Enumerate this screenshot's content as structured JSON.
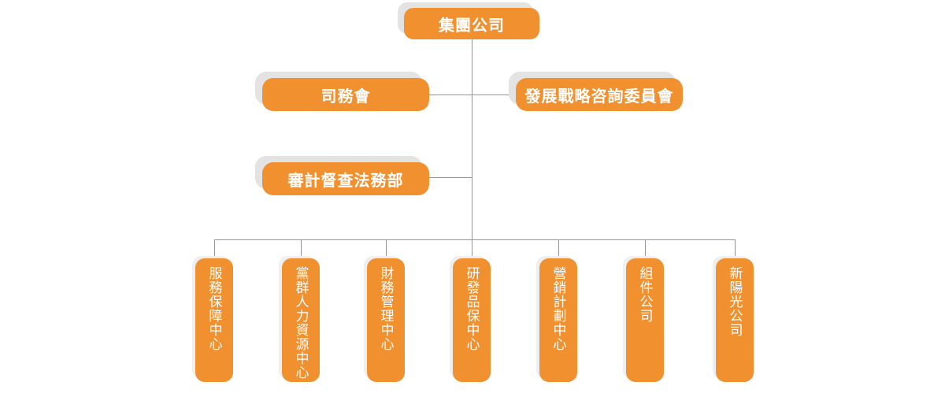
{
  "org": {
    "root": {
      "label": "集團公司"
    },
    "committees": [
      {
        "label": "司務會"
      },
      {
        "label": "發展戰略咨詢委員會"
      }
    ],
    "office": {
      "label": "審計督查法務部"
    },
    "departments": [
      {
        "label": "服務保障中心"
      },
      {
        "label": "黨群人力資源中心"
      },
      {
        "label": "財務管理中心"
      },
      {
        "label": "研發品保中心"
      },
      {
        "label": "營銷計劃中心"
      },
      {
        "label": "組件公司"
      },
      {
        "label": "新陽光公司"
      }
    ]
  },
  "colors": {
    "box_orange": "#F1902F",
    "shadow_gray": "#E3E3E3",
    "shadow_light": "#EFEFEF",
    "line_gray": "#949494",
    "text_white": "#FFFFFF",
    "bg": "#FFFFFF"
  }
}
